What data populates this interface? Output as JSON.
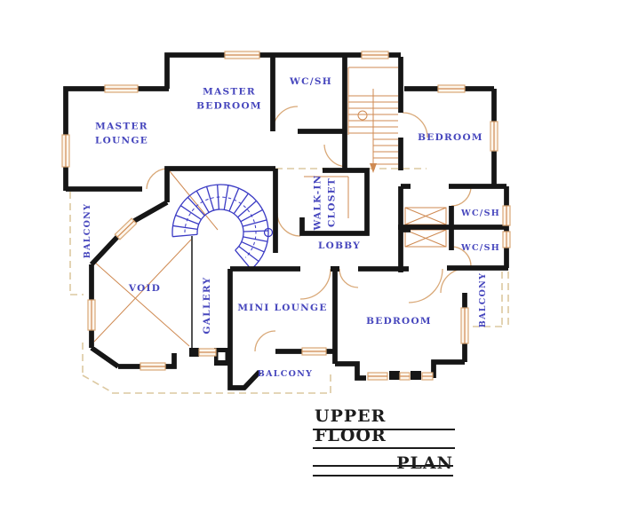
{
  "plan": {
    "title_lines": {
      "line1": "UPPER FLOOR",
      "line2": "PLAN"
    },
    "rooms": {
      "master_lounge": {
        "l1": "MASTER",
        "l2": "LOUNGE"
      },
      "master_bedroom": {
        "l1": "MASTER",
        "l2": "BEDROOM"
      },
      "wc_sh_top": {
        "l1": "WC/SH"
      },
      "bedroom_top_right": {
        "l1": "BEDROOM"
      },
      "walk_in_closet": {
        "l1": "WALK-IN",
        "l2": "CLOSET"
      },
      "lobby": {
        "l1": "LOBBY"
      },
      "wc_sh_right_upper": {
        "l1": "WC/SH"
      },
      "wc_sh_right_lower": {
        "l1": "WC/SH"
      },
      "balcony_left": {
        "l1": "BALCONY"
      },
      "void": {
        "l1": "VOID"
      },
      "gallery": {
        "l1": "GALLERY"
      },
      "mini_lounge": {
        "l1": "MINI LOUNGE"
      },
      "bedroom_bottom": {
        "l1": "BEDROOM"
      },
      "balcony_bottom": {
        "l1": "BALCONY"
      },
      "balcony_right": {
        "l1": "BALCONY"
      }
    },
    "colors": {
      "wall": "#161616",
      "label_blue": "#4646bd",
      "stair_blue": "#3a3ac4",
      "fixture_tan": "#cf8a52",
      "window_tan": "#d9a877",
      "dashed_tan": "#dcc8a0",
      "title_black": "#1c1c1c"
    }
  }
}
